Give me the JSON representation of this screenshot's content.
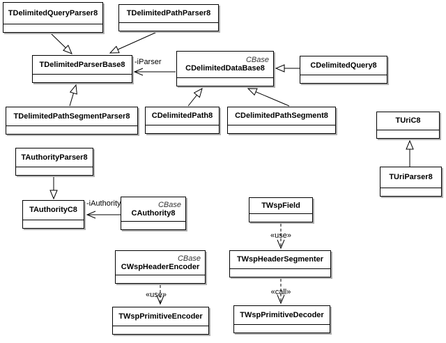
{
  "diagram": {
    "type": "uml-class-diagram",
    "colors": {
      "background": "#ffffff",
      "box_fill": "#ffffff",
      "box_border": "#000000",
      "box_shadow": "#b0b0b0",
      "line": "#000000",
      "text": "#000000",
      "stereotype_text": "#333333"
    },
    "classes": [
      {
        "name": "TDelimitedQueryParser8",
        "stereotype": ""
      },
      {
        "name": "TDelimitedPathParser8",
        "stereotype": ""
      },
      {
        "name": "TDelimitedParserBase8",
        "stereotype": ""
      },
      {
        "name": "CDelimitedDataBase8",
        "stereotype": "CBase"
      },
      {
        "name": "CDelimitedQuery8",
        "stereotype": ""
      },
      {
        "name": "TDelimitedPathSegmentParser8",
        "stereotype": ""
      },
      {
        "name": "CDelimitedPath8",
        "stereotype": ""
      },
      {
        "name": "CDelimitedPathSegment8",
        "stereotype": ""
      },
      {
        "name": "TUriC8",
        "stereotype": ""
      },
      {
        "name": "TUriParser8",
        "stereotype": ""
      },
      {
        "name": "TAuthorityParser8",
        "stereotype": ""
      },
      {
        "name": "TAuthorityC8",
        "stereotype": ""
      },
      {
        "name": "CAuthority8",
        "stereotype": "CBase"
      },
      {
        "name": "TWspField",
        "stereotype": ""
      },
      {
        "name": "TWspHeaderSegmenter",
        "stereotype": ""
      },
      {
        "name": "CWspHeaderEncoder",
        "stereotype": "CBase"
      },
      {
        "name": "TWspPrimitiveEncoder",
        "stereotype": ""
      },
      {
        "name": "TWspPrimitiveDecoder",
        "stereotype": ""
      }
    ],
    "edge_labels": {
      "iparser": "-iParser",
      "iauthority": "-iAuthority",
      "use": "«use»",
      "call": "«call»"
    },
    "relationships": [
      {
        "from": "TDelimitedQueryParser8",
        "to": "TDelimitedParserBase8",
        "type": "generalization",
        "label": ""
      },
      {
        "from": "TDelimitedPathParser8",
        "to": "TDelimitedParserBase8",
        "type": "generalization",
        "label": ""
      },
      {
        "from": "TDelimitedPathSegmentParser8",
        "to": "TDelimitedParserBase8",
        "type": "generalization",
        "label": ""
      },
      {
        "from": "CDelimitedDataBase8",
        "to": "TDelimitedParserBase8",
        "type": "association",
        "label": "-iParser"
      },
      {
        "from": "CDelimitedQuery8",
        "to": "CDelimitedDataBase8",
        "type": "generalization",
        "label": ""
      },
      {
        "from": "CDelimitedPath8",
        "to": "CDelimitedDataBase8",
        "type": "generalization",
        "label": ""
      },
      {
        "from": "CDelimitedPathSegment8",
        "to": "CDelimitedDataBase8",
        "type": "generalization",
        "label": ""
      },
      {
        "from": "TAuthorityParser8",
        "to": "TAuthorityC8",
        "type": "generalization",
        "label": ""
      },
      {
        "from": "CAuthority8",
        "to": "TAuthorityC8",
        "type": "association",
        "label": "-iAuthority"
      },
      {
        "from": "TUriParser8",
        "to": "TUriC8",
        "type": "generalization",
        "label": ""
      },
      {
        "from": "TWspField",
        "to": "TWspHeaderSegmenter",
        "type": "dependency",
        "label": "«use»"
      },
      {
        "from": "TWspHeaderSegmenter",
        "to": "TWspPrimitiveDecoder",
        "type": "dependency",
        "label": "«call»"
      },
      {
        "from": "CWspHeaderEncoder",
        "to": "TWspPrimitiveEncoder",
        "type": "dependency",
        "label": "«use»"
      }
    ]
  }
}
